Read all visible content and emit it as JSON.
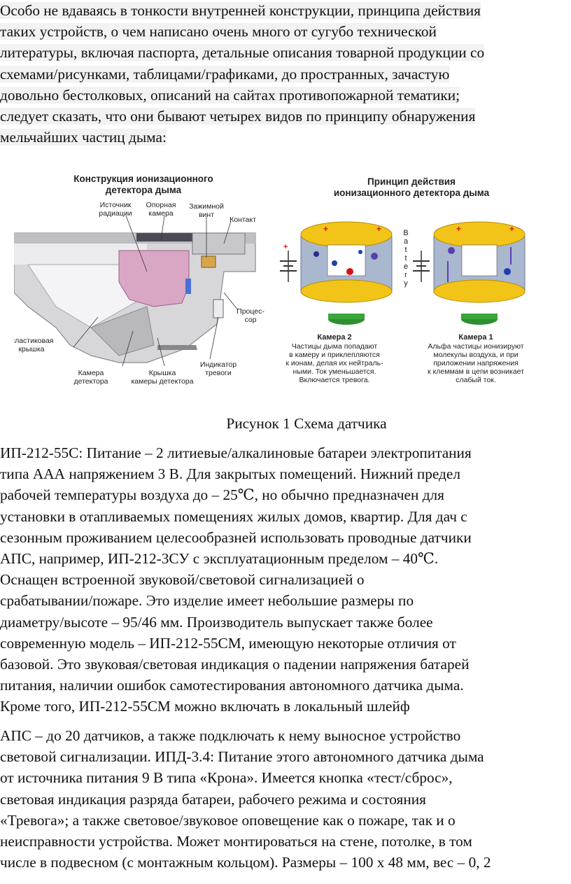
{
  "intro_lines": [
    "Особо не вдаваясь в тонкости внутренней конструкции, принципа действия",
    "таких устройств, о чем написано очень много от сугубо технической",
    "литературы, включая паспорта, детальные описания товарной продукции со",
    "схемами/рисунками, таблицами/графиками, до пространных, зачастую",
    "довольно бестолковых, описаний на сайтах противопожарной тематики;",
    "следует сказать, что они бывают четырех видов по принципу обнаружения",
    "мельчайших частиц дыма:"
  ],
  "figure": {
    "left_title": [
      "Конструкция ионизационного",
      "детектора дыма"
    ],
    "left_labels": {
      "source": [
        "Источник",
        "радиации"
      ],
      "ref_chamber": [
        "Опорная",
        "камера"
      ],
      "clamp_screw": [
        "Зажимной",
        "винт"
      ],
      "contact": "Контакт",
      "processor": [
        "Процес-",
        "сор"
      ],
      "plastic_cover": [
        "Пластиковая",
        "крышка"
      ],
      "alarm_indicator": [
        "Индикатор",
        "тревоги"
      ],
      "detector_chamber": [
        "Камера",
        "детектора"
      ],
      "chamber_cover": [
        "Крышка",
        "камеры детектора"
      ]
    },
    "right_title": [
      "Принцип действия",
      "ионизационного детектора дыма"
    ],
    "battery_letters": [
      "B",
      "a",
      "t",
      "t",
      "e",
      "r",
      "y"
    ],
    "chamber2_title": "Камера 2",
    "chamber2_text": [
      "Частицы дыма попадают",
      "в камеру и приклепляются",
      "к ионам, делая их нейтраль-",
      "ными. Ток уменьшается.",
      "Включается тревога."
    ],
    "chamber1_title": "Камера 1",
    "chamber1_text": [
      "Альфа частицы ионизируют",
      "молекулы воздуха, и при",
      "приложении напряжения",
      "к клеммам в цепи возникает",
      "слабый ток."
    ],
    "colors": {
      "ring": "#f2c418",
      "cylinder": "#a9b7cf",
      "base": "#2f8f2f",
      "plus": "#d21414",
      "minus": "#1f3fae"
    }
  },
  "caption": "Рисунок 1 Схема датчика",
  "para2_lines": [
    "ИП-212-55С: Питание – 2 литиевые/алкалиновые батареи электропитания",
    "типа ААА напряжением 3 В. Для закрытых помещений. Нижний предел",
    "рабочей температуры воздуха до – 25℃, но обычно предназначен для",
    "установки в отапливаемых помещениях жилых домов, квартир. Для дач с",
    "сезонным проживанием целесообразней использовать проводные датчики",
    "АПС, например, ИП-212-3СУ с эксплуатационным пределом – 40℃.",
    "Оснащен встроенной звуковой/световой сигнализацией о",
    "срабатывании/пожаре. Это изделие имеет небольшие размеры по",
    "диаметру/высоте – 95/46 мм. Производитель выпускает также более",
    "современную модель – ИП-212-55СМ, имеющую некоторые отличия от",
    "базовой. Это звуковая/световая индикация о падении напряжения батарей",
    "питания, наличии ошибок самотестирования автономного датчика дыма.",
    "Кроме того, ИП-212-55СМ можно включать в локальный шлейф"
  ],
  "para3_lines": [
    "АПС – до 20 датчиков, а также подключать к нему выносное устройство",
    "световой сигнализации. ИПД-3.4: Питание этого автономного датчика дыма",
    "от источника питания 9 В типа «Крона». Имеется кнопка «тест/сброс»,",
    "световая индикация разряда батареи, рабочего режима и состояния",
    "«Тревога»; а также световое/звуковое оповещение как о пожаре, так и о",
    "неисправности устройства. Может монтироваться на стене, потолке, в том",
    "числе в подвесном (с монтажным кольцом). Размеры – 100 х 48 мм, вес – 0, 2"
  ]
}
